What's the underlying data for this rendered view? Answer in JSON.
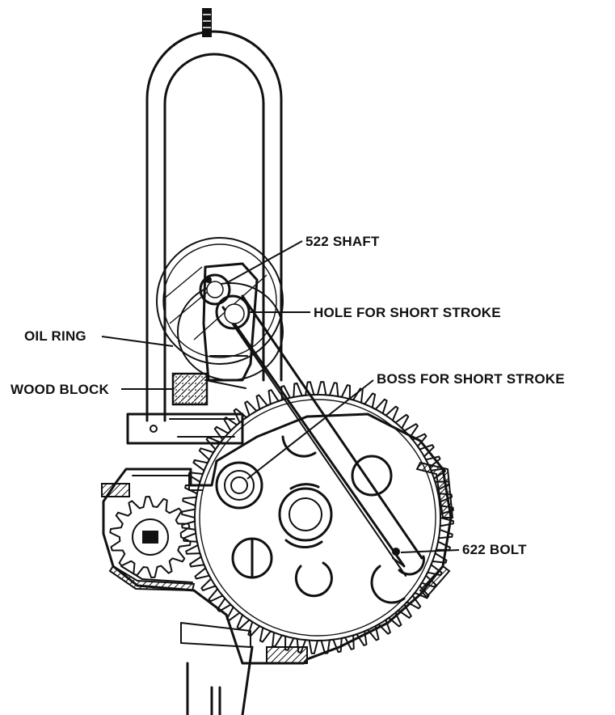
{
  "labels": {
    "shaft": "522 SHAFT",
    "hole": "HOLE FOR SHORT STROKE",
    "oil_ring": "OIL RING",
    "wood_block": "WOOD BLOCK",
    "boss": "BOSS FOR SHORT STROKE",
    "bolt": "622 BOLT"
  },
  "gears": {
    "large_gear_teeth": 64,
    "pinion_teeth": 14
  }
}
